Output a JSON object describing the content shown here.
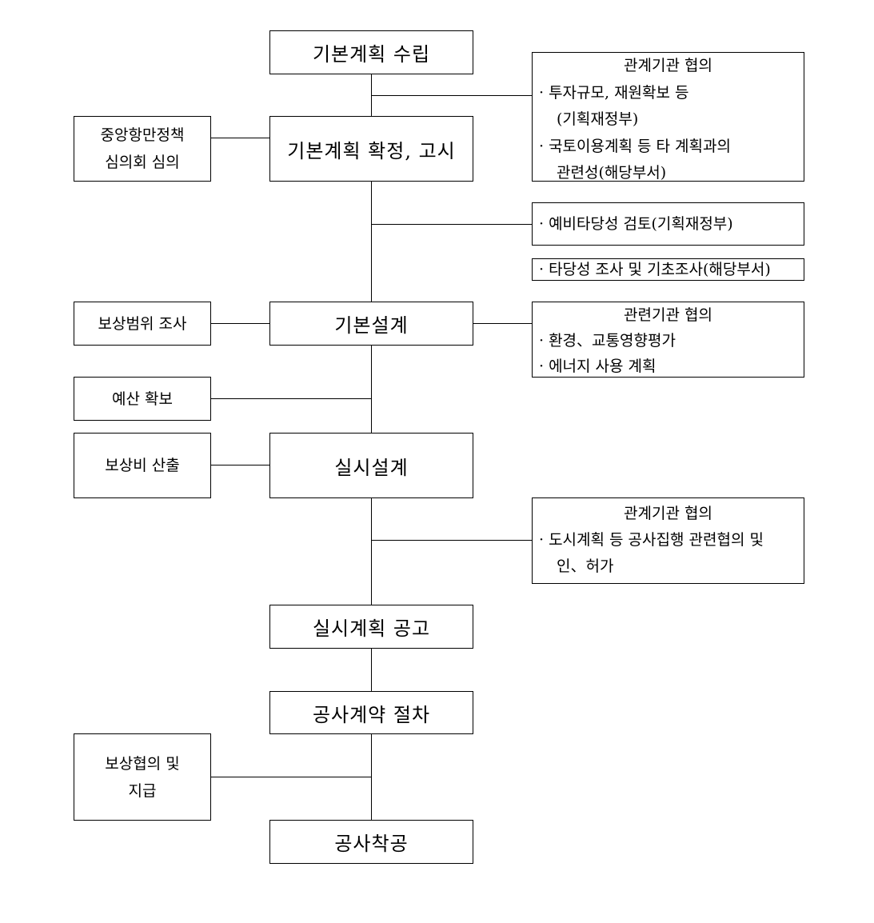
{
  "main_steps": {
    "s1": "기본계획 수립",
    "s2": "기본계획 확정, 고시",
    "s3": "기본설계",
    "s4": "실시설계",
    "s5": "실시계획 공고",
    "s6": "공사계약 절차",
    "s7": "공사착공"
  },
  "left_steps": {
    "committee": [
      "중앙항만정책",
      "심의회 심의"
    ],
    "compensation_scope": "보상범위 조사",
    "budget": "예산 확보",
    "compensation_cost": "보상비 산출",
    "compensation_payment": [
      "보상협의 및",
      "지급"
    ]
  },
  "right_notes": {
    "n1": {
      "title": "관계기관 협의",
      "lines": [
        "· 투자규모, 재원확보 등",
        "(기획재정부)",
        "· 국토이용계획 등 타 계획과의",
        "관련성(해당부서)"
      ]
    },
    "n2": "· 예비타당성 검토(기획재정부)",
    "n3": "· 타당성 조사 및 기초조사(해당부서)",
    "n4": {
      "title": "관련기관 협의",
      "lines": [
        "· 환경、교통영향평가",
        "· 에너지 사용 계획"
      ]
    },
    "n5": {
      "title": "관계기관 협의",
      "lines": [
        "· 도시계획 등 공사집행 관련협의 및",
        "인、허가"
      ]
    }
  }
}
